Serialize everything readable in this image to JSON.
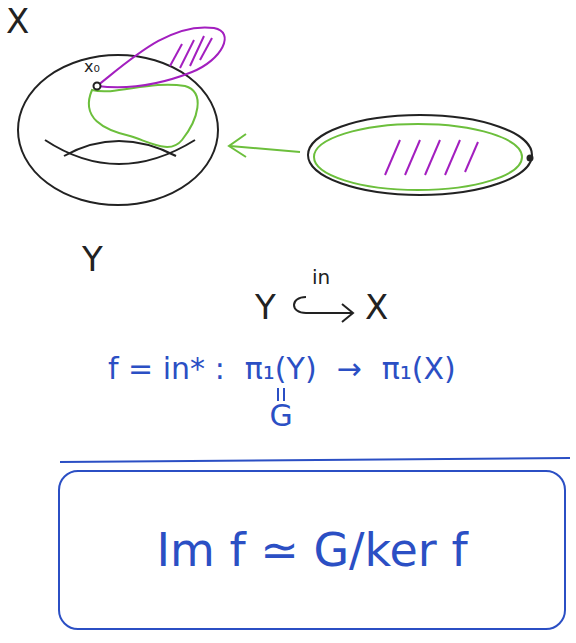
{
  "diagram": {
    "nodes": [
      {
        "text": [
          "Im f ≃ G/ker f"
        ]
      }
    ],
    "labels": [
      "X",
      "x₀",
      "Y",
      "Y",
      "in",
      "X",
      "f = in* :",
      "π₁(Y)",
      "→",
      "π₁(X)",
      "G"
    ]
  }
}
